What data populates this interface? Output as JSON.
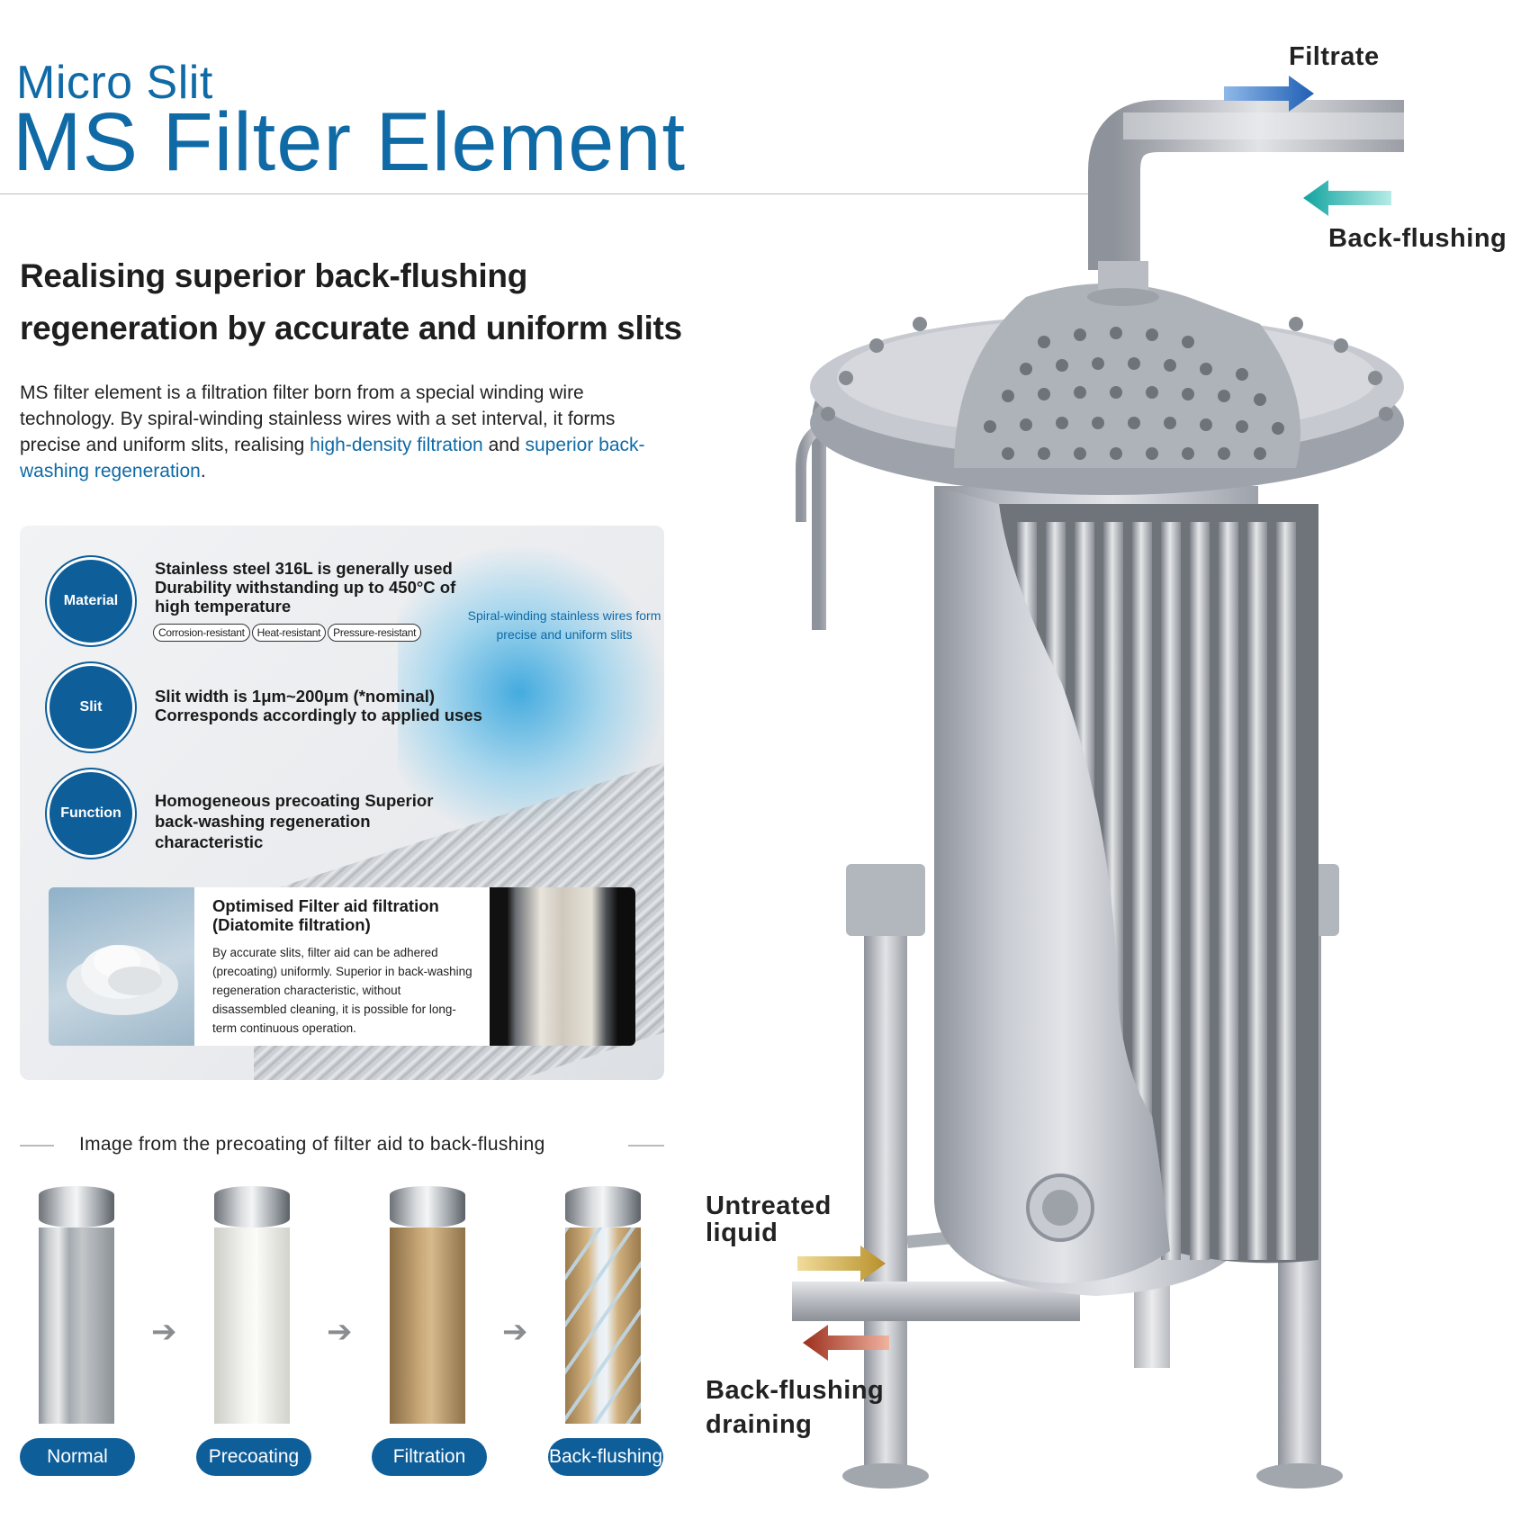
{
  "header": {
    "subtitle": "Micro Slit",
    "title": "MS Filter Element"
  },
  "headline": "Realising superior back-flushing regeneration by accurate and uniform slits",
  "intro": {
    "part1": "MS filter element is a filtration filter born from a special winding wire technology. By spiral-winding stainless wires with a set interval, it forms precise and uniform slits, realising ",
    "highlight1": "high-density filtration",
    "part2": " and ",
    "highlight2": "superior back-washing regeneration",
    "part3": "."
  },
  "features": [
    {
      "badge": "Material",
      "text": "Stainless steel 316L is generally used Durability withstanding up to 450°C of high temperature",
      "tags": [
        "Corrosion-resistant",
        "Heat-resistant",
        "Pressure-resistant"
      ]
    },
    {
      "badge": "Slit",
      "text": "Slit width is 1μm~200μm (*nominal) Corresponds accordingly to applied uses"
    },
    {
      "badge": "Function",
      "text": "Homogeneous precoating Superior back-washing regeneration characteristic"
    }
  ],
  "spiral_note": "Spiral-winding stainless wires form precise and uniform slits",
  "filter_aid": {
    "title": "Optimised Filter aid filtration (Diatomite filtration)",
    "body": "By accurate slits, filter aid can be adhered (precoating) uniformly. Superior in back-washing regeneration characteristic, without disassembled cleaning, it is possible for long-term continuous operation."
  },
  "steps": {
    "heading": "Image from the precoating of filter aid to back-flushing",
    "items": [
      "Normal",
      "Precoating",
      "Filtration",
      "Back-flushing"
    ],
    "arrow_glyph": "➔"
  },
  "diagram_labels": {
    "filtrate": "Filtrate",
    "back_flushing": "Back-flushing",
    "untreated": "Untreated liquid",
    "draining": "Back-flushing draining"
  },
  "colors": {
    "brand": "#0f6aa6",
    "badge": "#0e5e9a",
    "filtrate_arrow": "#2e6fc0",
    "backflush_arrow": "#1fb2b0",
    "untreated_arrow": "#c9a235",
    "draining_arrow": "#b5402a"
  }
}
